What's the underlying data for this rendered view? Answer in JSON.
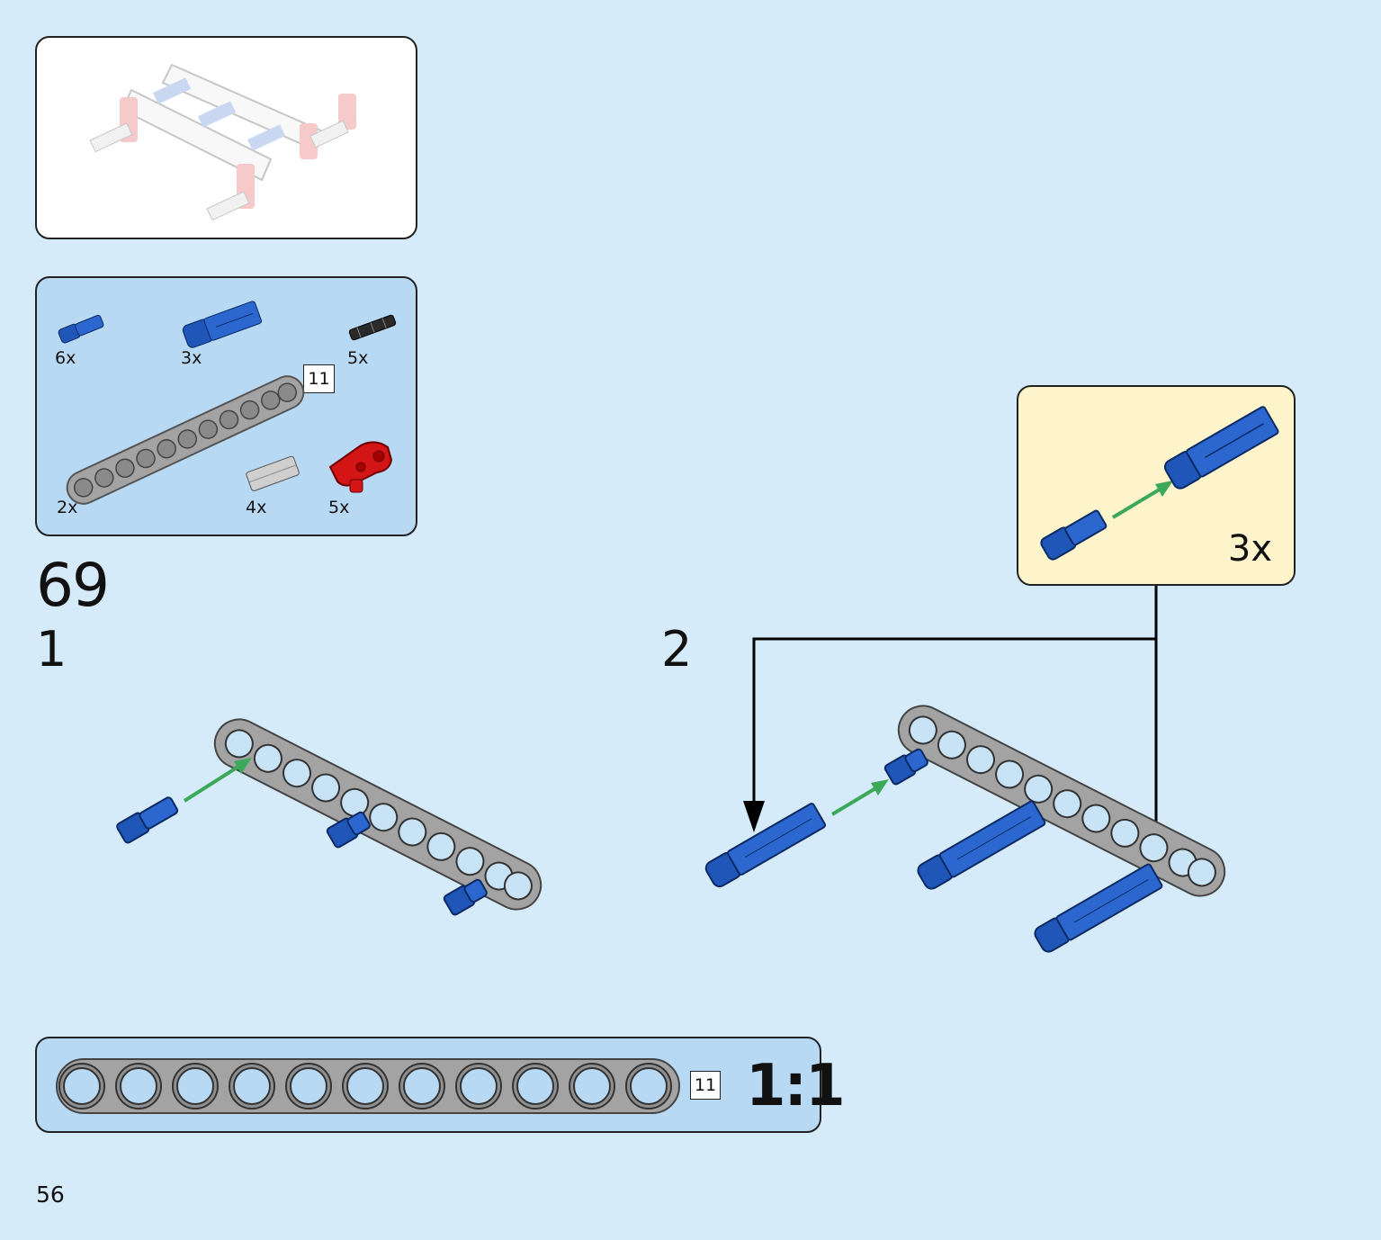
{
  "step": {
    "number": "69",
    "substeps": [
      "1",
      "2"
    ]
  },
  "parts_list": [
    {
      "name": "short-blue-pin",
      "qty": "6x"
    },
    {
      "name": "long-blue-pin-connector",
      "qty": "3x"
    },
    {
      "name": "black-axle",
      "qty": "5x"
    },
    {
      "name": "gray-liftarm-11",
      "qty": "2x",
      "length": "11"
    },
    {
      "name": "gray-axle-connector",
      "qty": "4x"
    },
    {
      "name": "red-crank-liftarm",
      "qty": "5x"
    }
  ],
  "callout": {
    "qty": "3x"
  },
  "ruler": {
    "length": "11",
    "scale": "1:1",
    "holes": 11
  },
  "page_number": "56",
  "colors": {
    "background": "#d6ebf9",
    "parts_panel": "#b8d9f4",
    "callout_panel": "#fdf4cb",
    "lego_blue": "#1f56b8",
    "lego_gray": "#a3a3a3",
    "lego_red": "#d31515",
    "arrow_green": "#3ca85a"
  }
}
